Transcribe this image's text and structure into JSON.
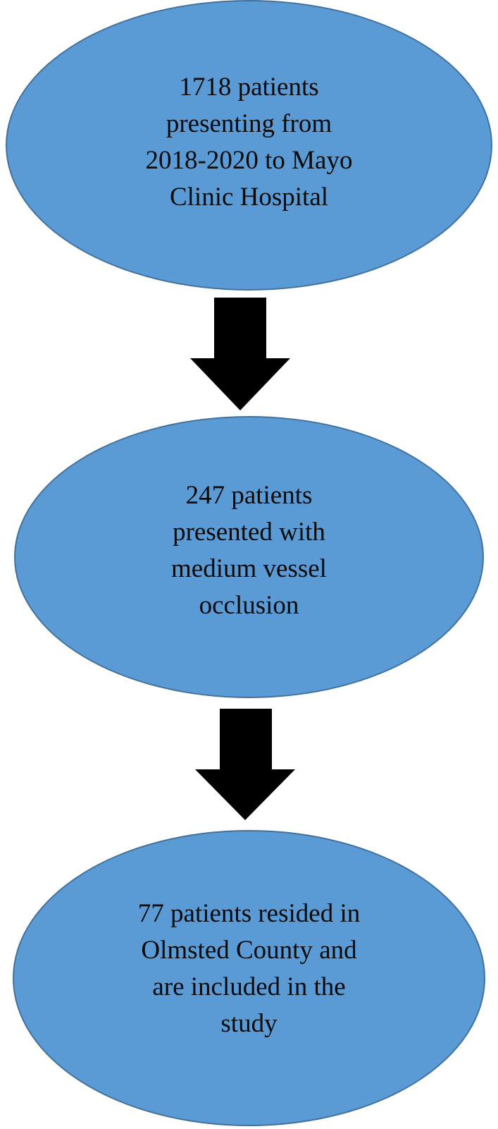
{
  "flowchart": {
    "nodes": [
      {
        "lines": [
          "1718 patients",
          "presenting from",
          "2018-2020 to Mayo",
          "Clinic Hospital"
        ]
      },
      {
        "lines": [
          "247 patients",
          "presented with",
          "medium vessel",
          "occlusion"
        ]
      },
      {
        "lines": [
          "77 patients resided in",
          "Olmsted County and",
          "are included in the",
          "study"
        ]
      }
    ],
    "colors": {
      "node_fill": "#5b9bd5",
      "node_border": "#41719c",
      "arrow": "#000000",
      "text": "#0a0a0a"
    }
  }
}
